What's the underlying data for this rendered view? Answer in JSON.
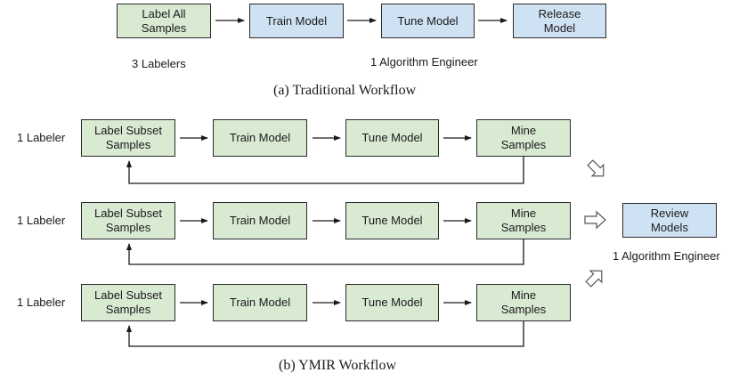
{
  "traditional": {
    "steps": [
      "Label All\nSamples",
      "Train Model",
      "Tune Model",
      "Release\nModel"
    ],
    "labelers": "3 Labelers",
    "engineer": "1 Algorithm Engineer",
    "caption": "(a) Traditional Workflow"
  },
  "ymir": {
    "rows": [
      {
        "actor": "1 Labeler",
        "steps": [
          "Label Subset\nSamples",
          "Train Model",
          "Tune Model",
          "Mine\nSamples"
        ]
      },
      {
        "actor": "1 Labeler",
        "steps": [
          "Label Subset\nSamples",
          "Train Model",
          "Tune Model",
          "Mine\nSamples"
        ]
      },
      {
        "actor": "1 Labeler",
        "steps": [
          "Label Subset\nSamples",
          "Train Model",
          "Tune Model",
          "Mine\nSamples"
        ]
      }
    ],
    "review": "Review\nModels",
    "engineer": "1 Algorithm Engineer",
    "caption": "(b) YMIR Workflow"
  },
  "colors": {
    "labeling_step": "#d9ead3",
    "model_step": "#cfe2f3",
    "stroke": "#2b2b2b"
  }
}
